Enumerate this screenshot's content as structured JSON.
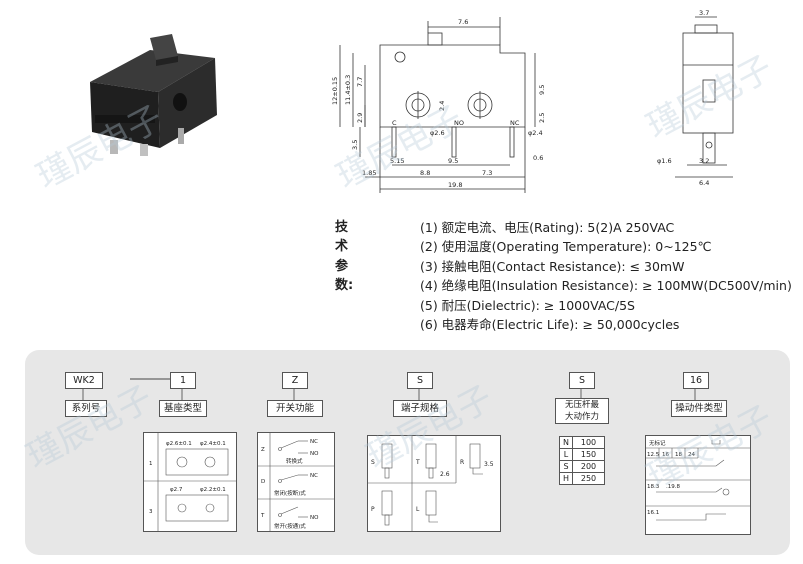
{
  "drawing": {
    "front": {
      "dims": [
        "7.6",
        "12±0.15",
        "11.4±0.3",
        "7.7",
        "9.5",
        "2.9",
        "3.5",
        "2.4",
        "2.5",
        "φ2.6",
        "φ2.4",
        "C",
        "NO",
        "NC",
        "0.6",
        "5.15",
        "9.5",
        "1.85",
        "8.8",
        "7.3",
        "19.8"
      ]
    },
    "side": {
      "dims": [
        "3.7",
        "φ1.6",
        "3.2",
        "6.4"
      ]
    }
  },
  "specs": {
    "title": "技术参数:",
    "lines": [
      "(1) 额定电流、电压(Rating):  5(2)A 250VAC",
      "(2) 使用温度(Operating Temperature):  0~125℃",
      "(3) 接触电阻(Contact Resistance):  ≤ 30mW",
      "(4) 绝缘电阻(Insulation Resistance):  ≥ 100MW(DC500V/min)",
      "(5) 耐压(Dielectric):  ≥ 1000VAC/5S",
      "(6) 电器寿命(Electric Life):  ≥ 50,000cycles"
    ]
  },
  "ordering": {
    "codes": [
      "WK2",
      "1",
      "Z",
      "S",
      "S",
      "16"
    ],
    "labels": [
      "系列号",
      "基座类型",
      "开关功能",
      "端子规格",
      "无压杆最\n大动作力",
      "操动件类型"
    ],
    "base_types": {
      "rows": [
        "1",
        "3"
      ],
      "holes_1": [
        "φ2.6±0.1",
        "φ2.4±0.1"
      ],
      "holes_3": [
        "φ2.7",
        "φ2.2±0.1"
      ]
    },
    "switch_functions": [
      {
        "code": "Z",
        "name": "转换式",
        "nc": "NC",
        "no": "NO"
      },
      {
        "code": "D",
        "name": "常闭(按断)式",
        "nc": "NC",
        "no": ""
      },
      {
        "code": "T",
        "name": "常开(按通)式",
        "nc": "",
        "no": "NO"
      }
    ],
    "terminal_codes": [
      "S",
      "T",
      "R",
      "P",
      "L"
    ],
    "terminal_dims": [
      "3.5",
      "2.6"
    ],
    "force_table": [
      {
        "code": "N",
        "value": "100"
      },
      {
        "code": "L",
        "value": "150"
      },
      {
        "code": "S",
        "value": "200"
      },
      {
        "code": "H",
        "value": "250"
      }
    ],
    "actuator": {
      "header": "无标记",
      "values": [
        "12.5",
        "16",
        "18",
        "24"
      ],
      "more": [
        "18.3",
        ".19.8"
      ],
      "extra": [
        "16.1"
      ]
    }
  },
  "watermark": "瑾辰电子"
}
